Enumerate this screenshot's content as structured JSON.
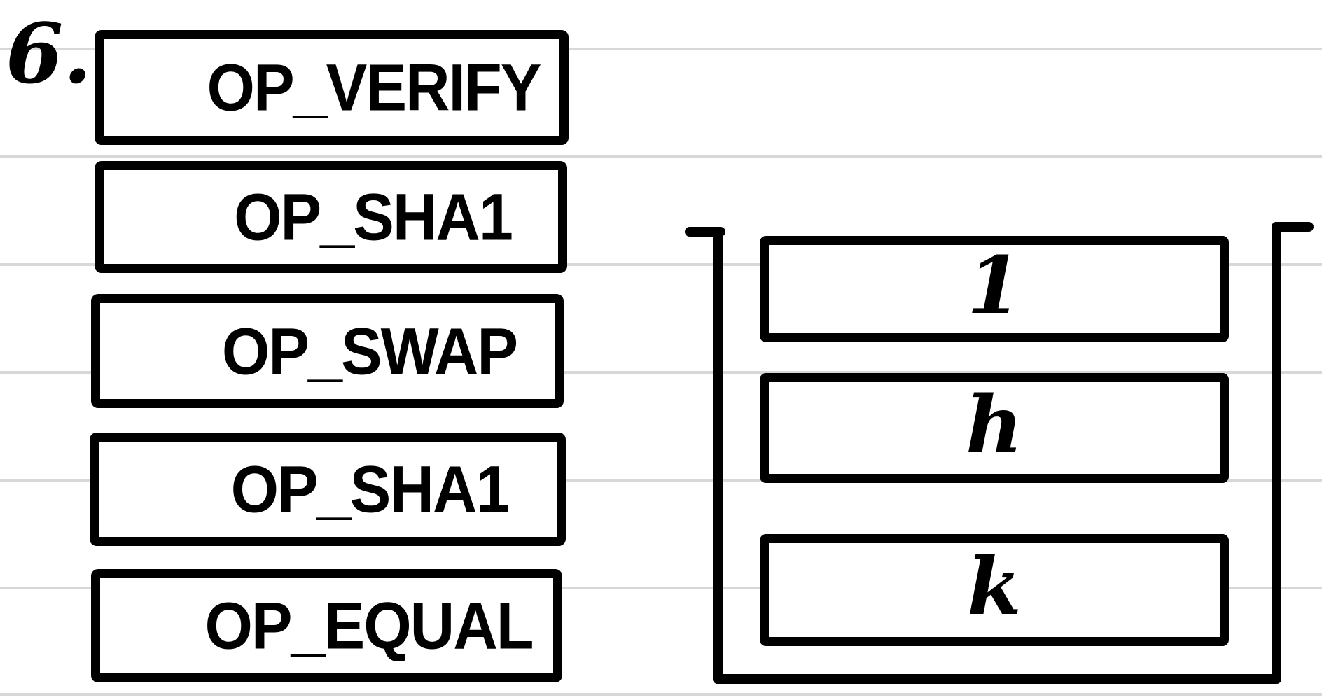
{
  "colors": {
    "ink": "#000000",
    "ruled_line": "#d8d8d8",
    "background": "#ffffff"
  },
  "step_label": "6.",
  "script": {
    "opcodes": [
      {
        "label": "OP_VERIFY"
      },
      {
        "label": "OP_SHA1"
      },
      {
        "label": "OP_SWAP"
      },
      {
        "label": "OP_SHA1"
      },
      {
        "label": "OP_EQUAL"
      }
    ]
  },
  "stack": {
    "items": [
      {
        "value": "1"
      },
      {
        "value": "h"
      },
      {
        "value": "k"
      }
    ]
  }
}
